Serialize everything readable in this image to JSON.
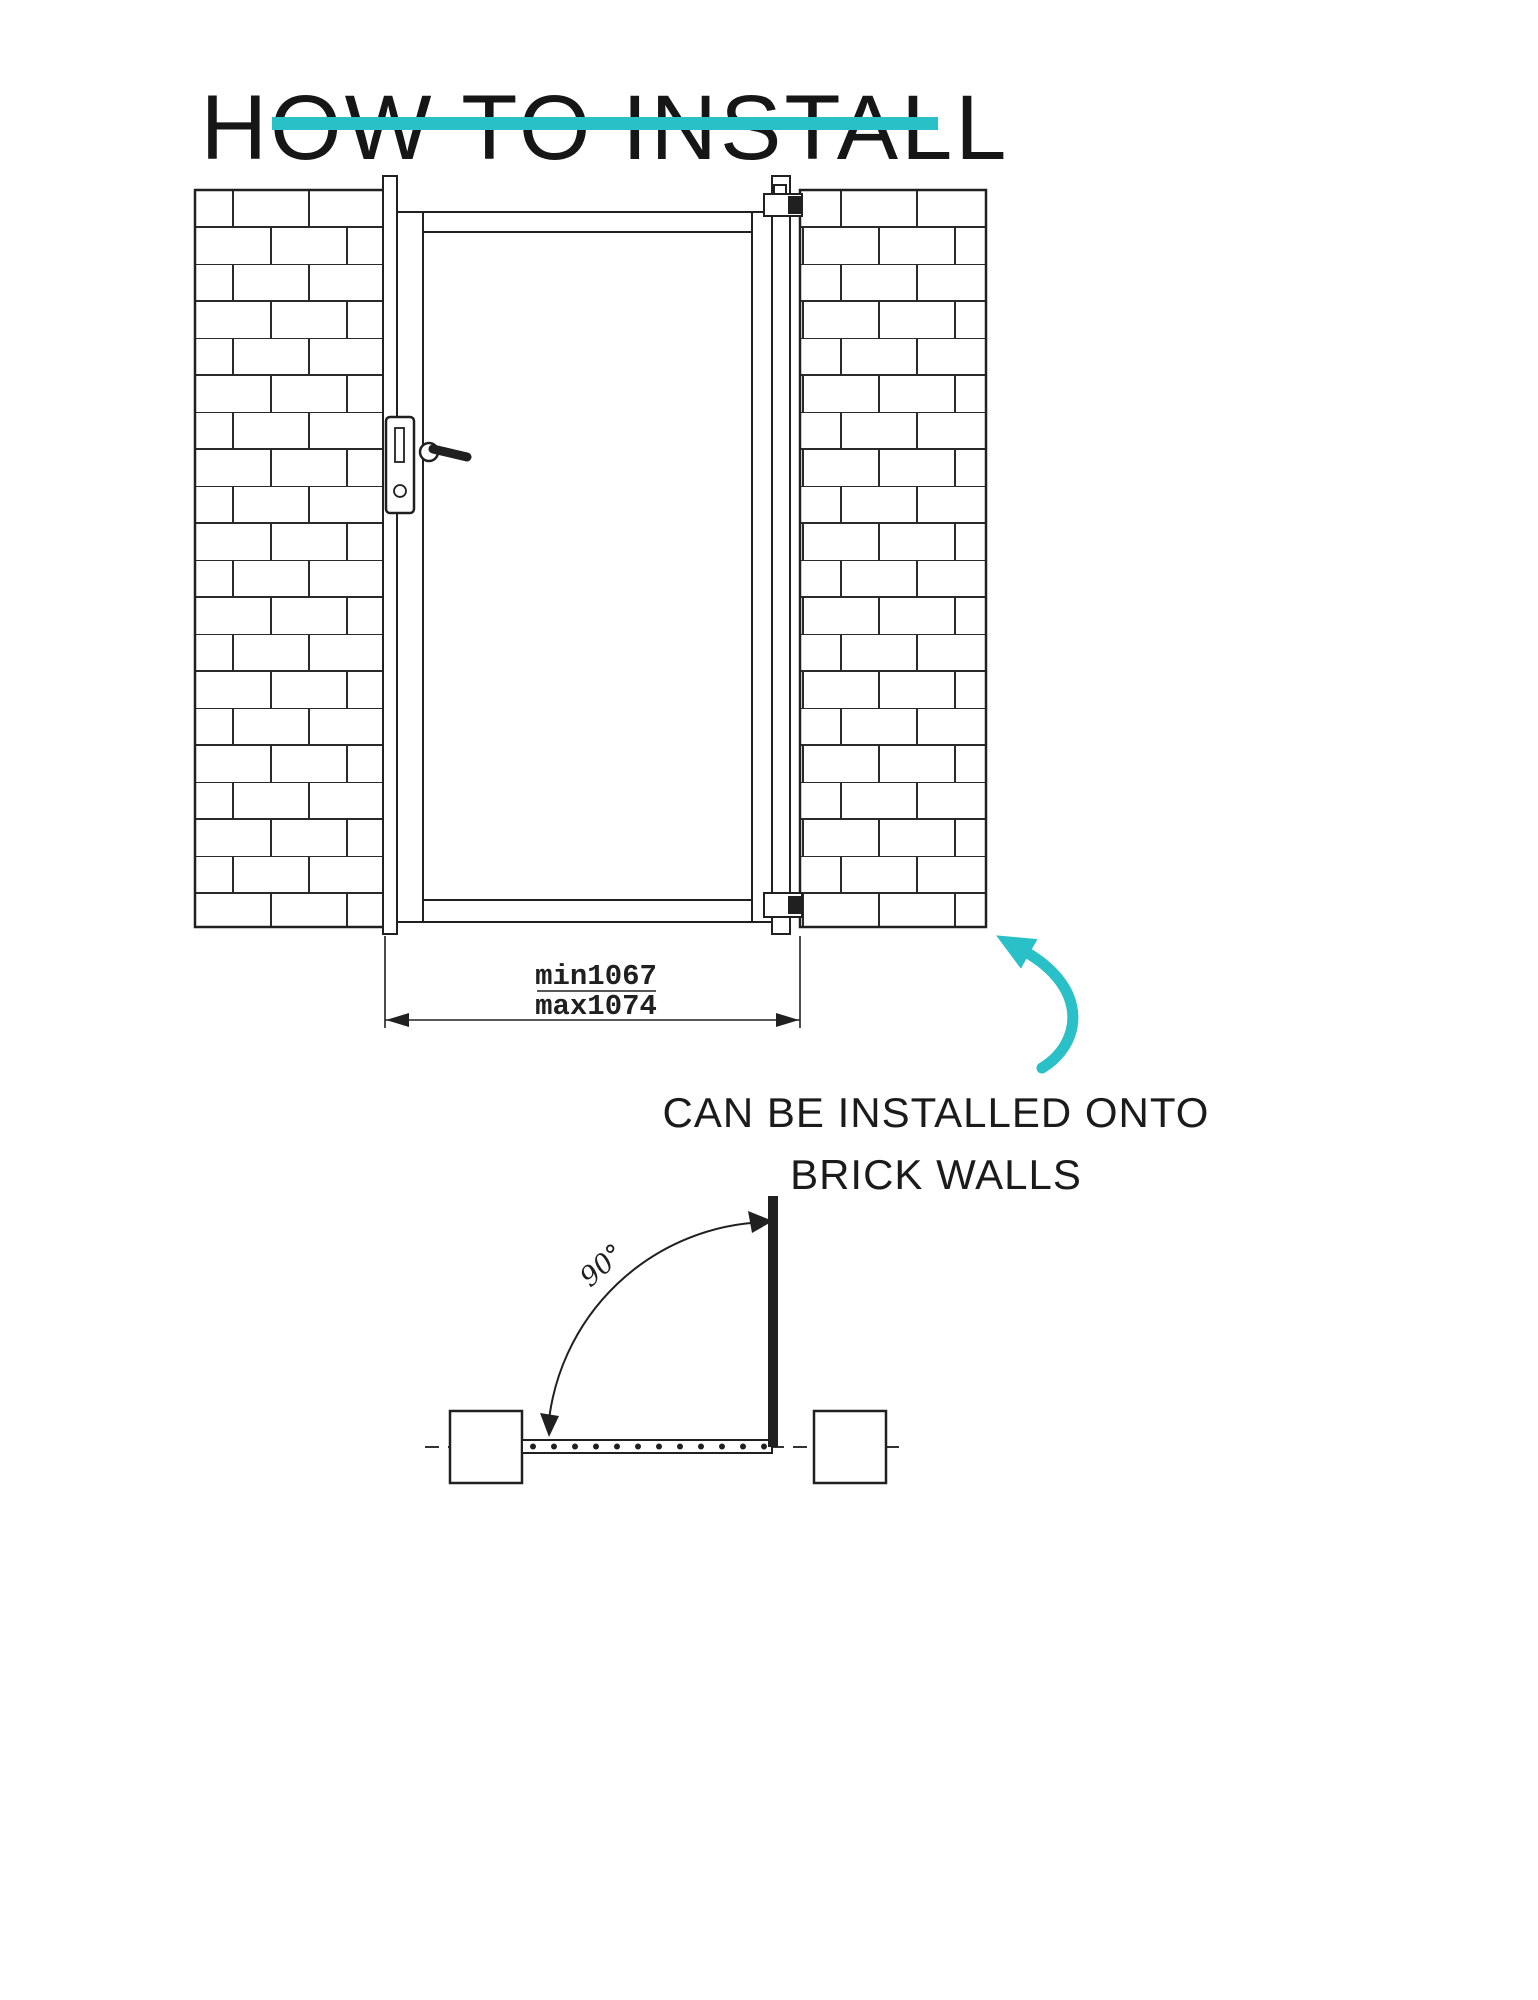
{
  "title": "HOW TO INSTALL",
  "accent_color": "#29c0c7",
  "front_view": {
    "dimension_min_label": "min1067",
    "dimension_max_label": "max1074"
  },
  "caption": {
    "line1": "CAN BE INSTALLED ONTO",
    "line2": "BRICK WALLS"
  },
  "top_view": {
    "angle_label": "90°"
  }
}
